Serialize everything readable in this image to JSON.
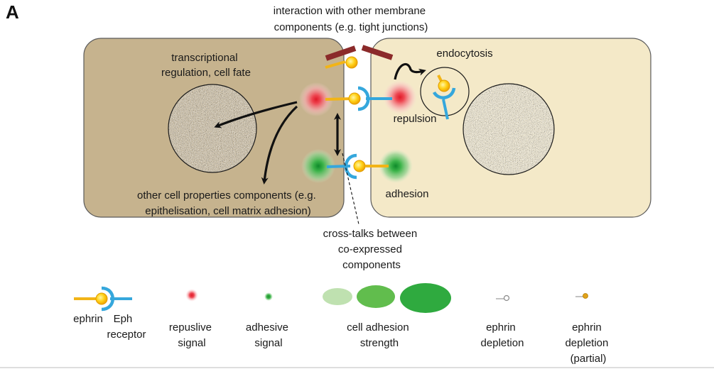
{
  "panel_label": "A",
  "labels": {
    "interaction": [
      "interaction with other membrane",
      "components (e.g. tight junctions)"
    ],
    "transcriptional": [
      "transcriptional",
      "regulation, cell fate"
    ],
    "endocytosis": "endocytosis",
    "repulsion": "repulsion",
    "adhesion": "adhesion",
    "other_properties": [
      "other cell properties components (e.g.",
      "epithelisation, cell matrix adhesion)"
    ],
    "crosstalk": [
      "cross-talks between",
      "co-expressed",
      "components"
    ]
  },
  "legend": {
    "ephrin": "ephrin",
    "eph": [
      "Eph",
      "receptor"
    ],
    "repulsive": [
      "repuslive",
      "signal"
    ],
    "adhesive": [
      "adhesive",
      "signal"
    ],
    "strength": [
      "cell adhesion",
      "strength"
    ],
    "depletion": [
      "ephrin",
      "depletion"
    ],
    "partial": [
      "ephrin",
      "depletion",
      "(partial)"
    ]
  },
  "colors": {
    "cell_left": "#c6b38e",
    "cell_right": "#f4e9c8",
    "ephrin": "#f2b417",
    "eph": "#35a7dc",
    "junction": "#8b2a2a",
    "repulsive": "#e8323c",
    "adhesive": "#3aab3a"
  }
}
